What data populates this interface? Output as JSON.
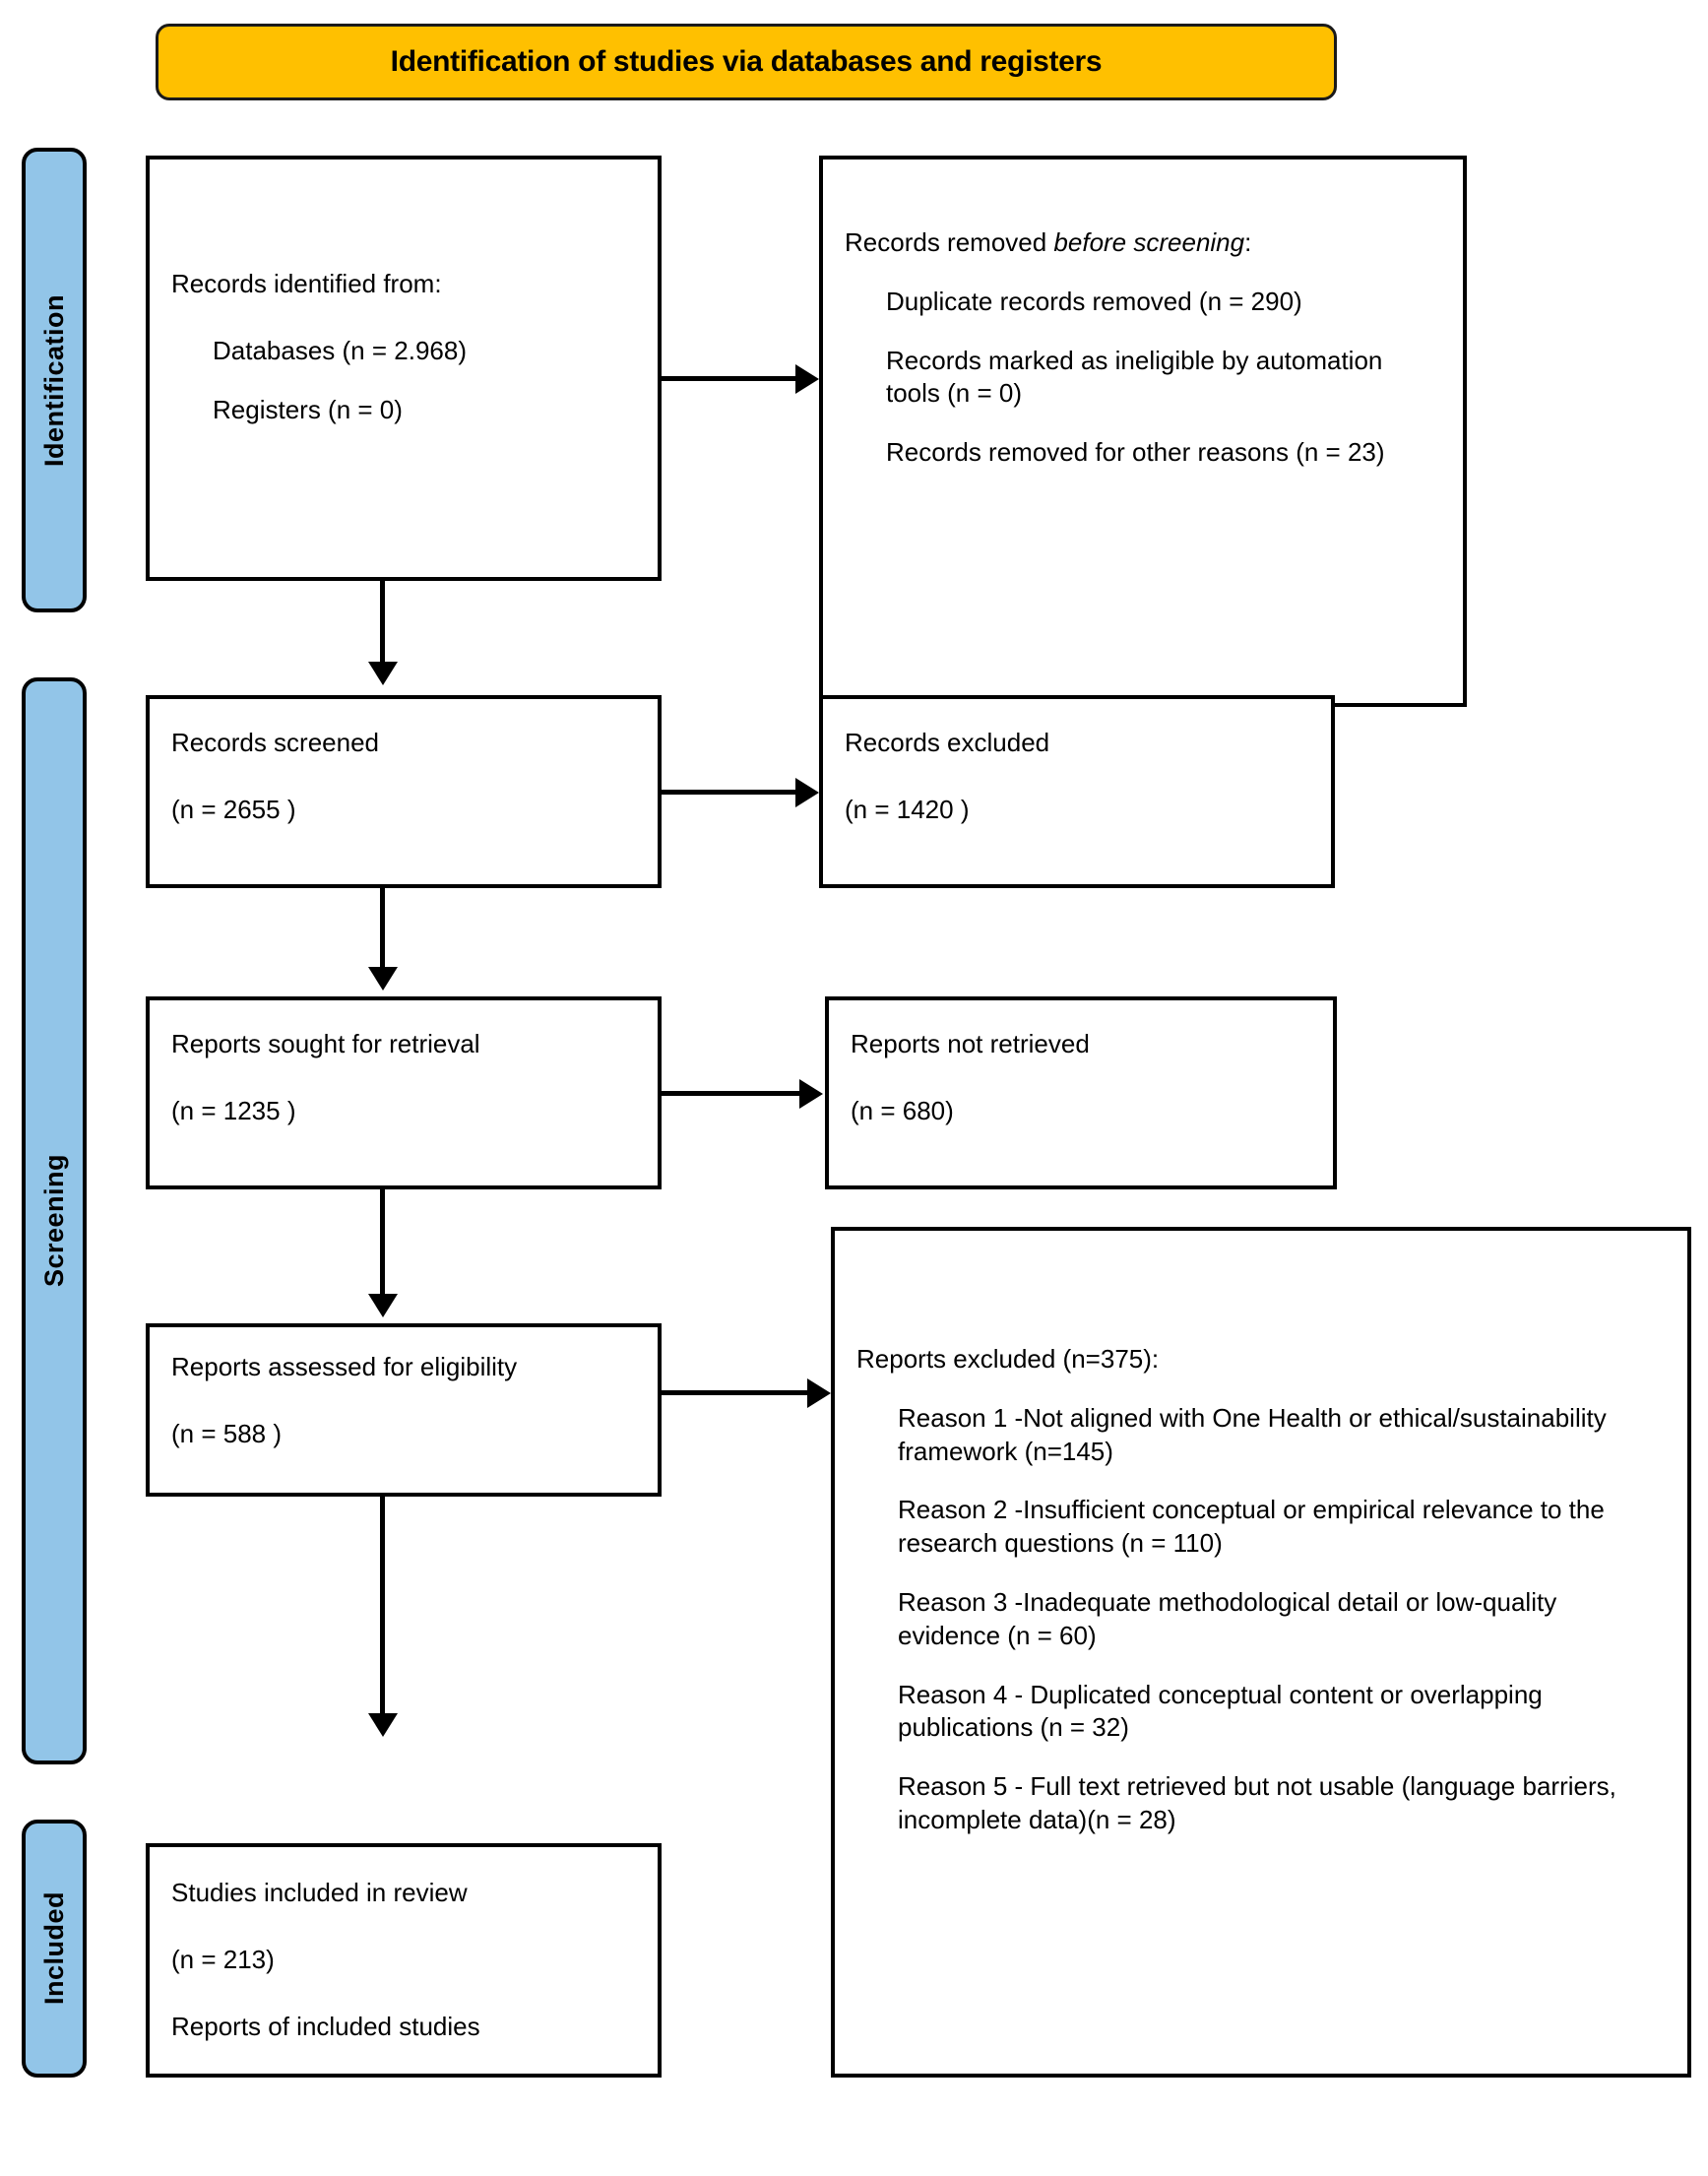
{
  "banner": {
    "title": "Identification of studies via databases and registers",
    "color": "#FFC000"
  },
  "stages": {
    "identification": "Identification",
    "screening": "Screening",
    "included": "Included",
    "color": "#92C5E8"
  },
  "boxes": {
    "records_identified": {
      "title": "Records identified from:",
      "line_databases": "Databases (n = 2.968)",
      "line_registers": "Registers (n = 0)"
    },
    "records_removed": {
      "title_a": "Records removed ",
      "title_b": "before screening",
      "title_c": ":",
      "item1": "Duplicate records removed (n = 290)",
      "item2": "Records marked as ineligible by automation tools (n = 0)",
      "item3": "Records removed for other reasons (n = 23)"
    },
    "records_screened": {
      "title": "Records screened",
      "count": "(n = 2655 )"
    },
    "records_excluded": {
      "title": "Records excluded",
      "count": "(n = 1420 )"
    },
    "reports_sought": {
      "title": "Reports sought for retrieval",
      "count": "(n = 1235 )"
    },
    "reports_not_retrieved": {
      "title": "Reports not retrieved",
      "count": "(n = 680)"
    },
    "reports_assessed": {
      "title": "Reports assessed for eligibility",
      "count": "(n = 588 )"
    },
    "reports_excluded": {
      "title": "Reports excluded (n=375):",
      "reason1": "Reason 1 -Not aligned with One Health or ethical/sustainability framework (n=145)",
      "reason2": "Reason 2 -Insufficient conceptual or empirical relevance to the research questions (n = 110)",
      "reason3": "Reason 3 -Inadequate methodological detail or low-quality evidence (n = 60)",
      "reason4": "Reason 4 - Duplicated conceptual content or overlapping publications (n = 32)",
      "reason5": "Reason 5 - Full text retrieved but not usable (language barriers, incomplete data)(n = 28)"
    },
    "studies_included": {
      "title": "Studies included in review",
      "count": "(n = 213)",
      "reports": "Reports of included studies"
    }
  }
}
